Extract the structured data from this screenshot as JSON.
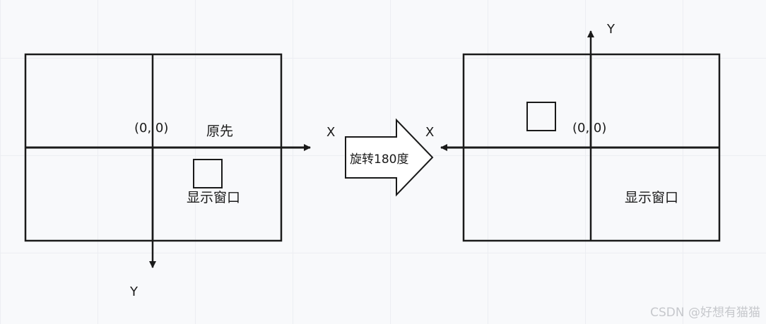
{
  "left_diagram": {
    "origin_label": "(0, 0)",
    "caption": "原先",
    "window_label": "显示窗口",
    "x_axis_label": "X",
    "y_axis_label": "Y"
  },
  "transform_arrow": {
    "label": "旋转180度"
  },
  "right_diagram": {
    "origin_label": "(0, 0)",
    "window_label": "显示窗口",
    "x_axis_label": "X",
    "y_axis_label": "Y"
  },
  "watermark": {
    "text": "CSDN @好想有猫猫"
  },
  "colors": {
    "stroke": "#1a1a1a",
    "background": "#f8f9fb",
    "watermark": "#c6c8cc"
  }
}
